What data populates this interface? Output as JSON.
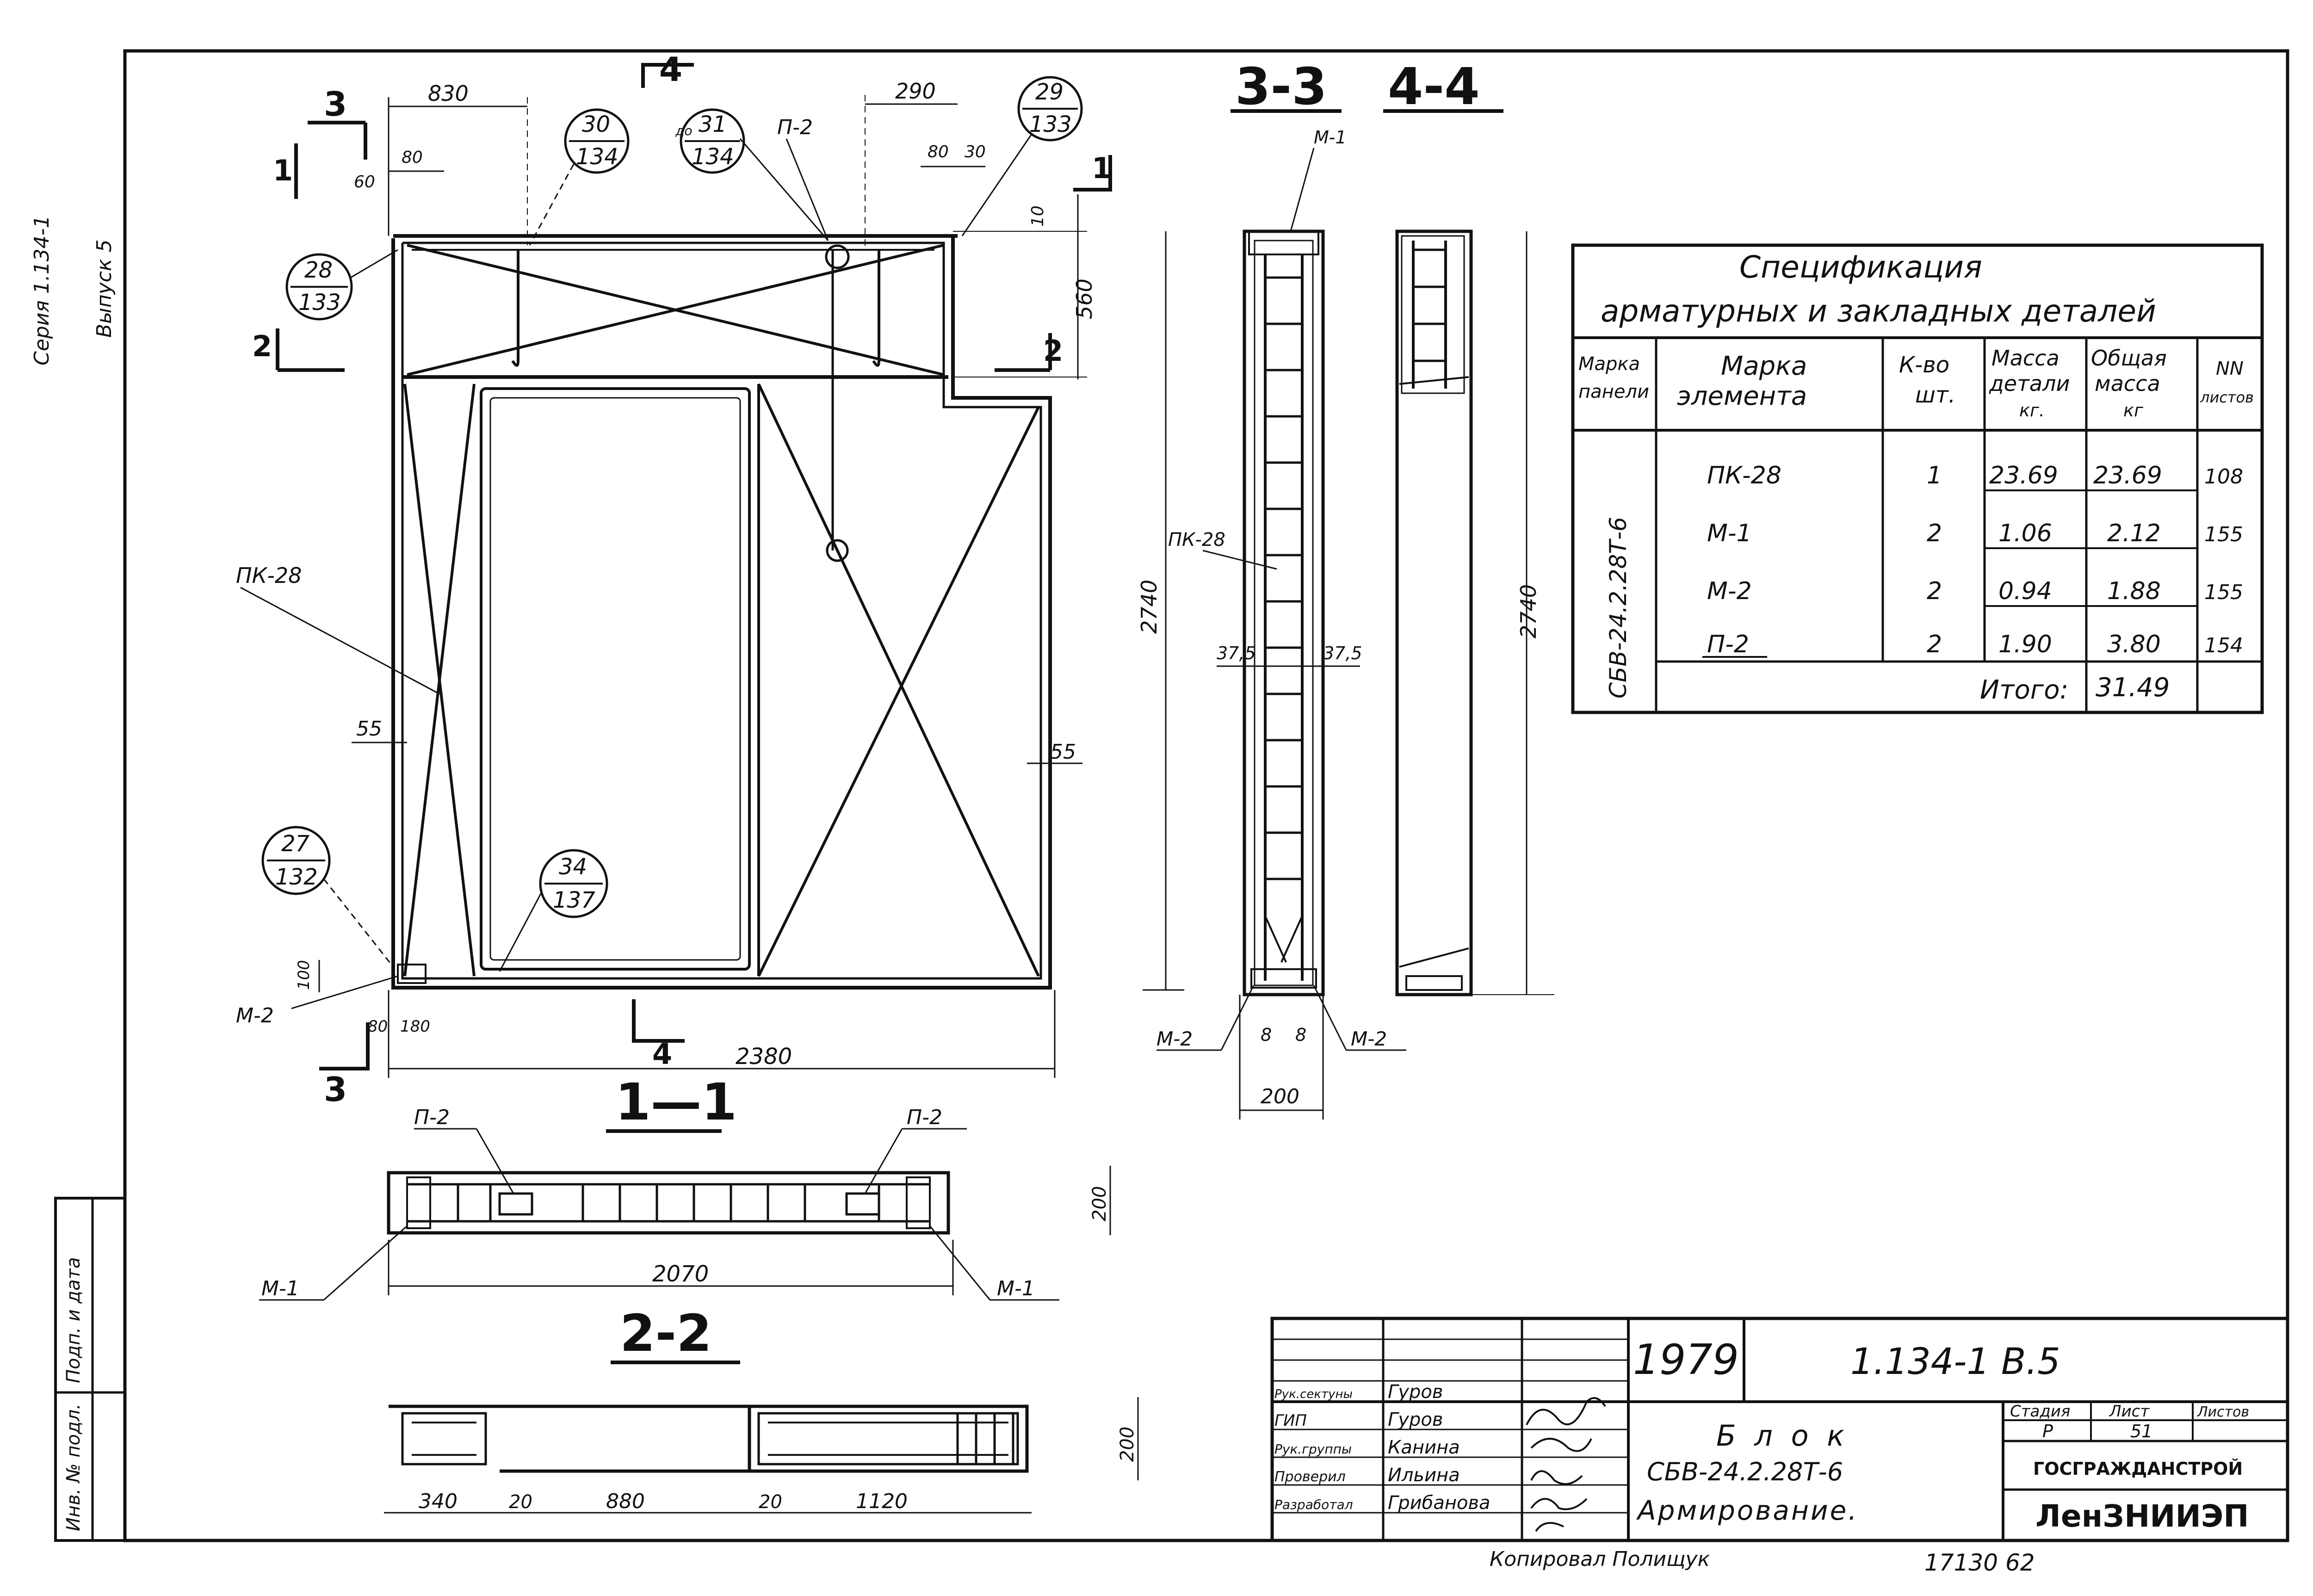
{
  "margin": {
    "series": "Серия  1.134-1",
    "issue": "Выпуск 5",
    "field_sign_date": "Подп. и дата",
    "field_inv_no": "Инв. № подл."
  },
  "sections": {
    "s33": "3-3",
    "s44": "4-4",
    "s11": "1—1",
    "s22": "2-2",
    "c3": "3",
    "c4": "4",
    "c1": "1",
    "c2": "2"
  },
  "elevation": {
    "labels": {
      "pk28": "ПК-28",
      "p2": "П-2",
      "m1": "М-1",
      "m2": "М-2"
    },
    "callouts": [
      {
        "top": "30",
        "bottom": "134"
      },
      {
        "top": "31",
        "bottom": "134",
        "prefix": "до"
      },
      {
        "top": "29",
        "bottom": "133"
      },
      {
        "top": "28",
        "bottom": "133"
      },
      {
        "top": "27",
        "bottom": "132"
      },
      {
        "top": "34",
        "bottom": "137"
      }
    ],
    "dims": {
      "d830": "830",
      "d290": "290",
      "d80a": "80",
      "d60": "60",
      "d80b": "80",
      "d30": "30",
      "d10": "10",
      "d560": "560",
      "d2740a": "2740",
      "d55a": "55",
      "d55b": "55",
      "d100": "100",
      "d80c": "80",
      "d180": "180",
      "d2380": "2380",
      "d2740b": "2740",
      "d375a": "37,5",
      "d375b": "37,5",
      "d8a": "8",
      "d8b": "8",
      "d200": "200",
      "d200b": "200",
      "d2070": "2070",
      "d200c": "200",
      "d340": "340",
      "d20a": "20",
      "d880": "880",
      "d20b": "20",
      "d1120": "1120"
    }
  },
  "spec": {
    "title1": "Спецификация",
    "title2": "арматурных   и закладных   деталей",
    "headers": {
      "panel": [
        "Марка",
        "панели"
      ],
      "element": [
        "Марка",
        "элемента"
      ],
      "qty": [
        "К-во",
        "шт."
      ],
      "mass": [
        "Масса",
        "детали",
        "кг."
      ],
      "total": [
        "Общая",
        "масса",
        "кг"
      ],
      "sheets": [
        "NN",
        "листов"
      ]
    },
    "panel_mark": "СБВ-24.2.28Т-6",
    "rows": [
      {
        "element": "ПК-28",
        "qty": "1",
        "mass": "23.69",
        "total": "23.69",
        "sheet": "108"
      },
      {
        "element": "М-1",
        "qty": "2",
        "mass": "1.06",
        "total": "2.12",
        "sheet": "155"
      },
      {
        "element": "М-2",
        "qty": "2",
        "mass": "0.94",
        "total": "1.88",
        "sheet": "155"
      },
      {
        "element": "П-2",
        "qty": "2",
        "mass": "1.90",
        "total": "3.80",
        "sheet": "154"
      }
    ],
    "total_label": "Итого:",
    "total_value": "31.49"
  },
  "titleblock": {
    "year": "1979",
    "code": "1.134-1  В.5",
    "roles": [
      "Рук.сектуны",
      "ГИП",
      "Рук.группы",
      "Проверил",
      "Разработал"
    ],
    "names": [
      "Гуров",
      "Гуров",
      "Канина",
      "Ильина",
      "Грибанова"
    ],
    "title_l1": "Б л о к",
    "title_l2": "СБВ-24.2.28Т-6",
    "title_l3": "Армирование.",
    "stage_h": "Стадия",
    "sheet_h": "Лист",
    "sheets_h": "Листов",
    "stage": "Р",
    "sheet": "51",
    "org1": "ГОСГРАЖДАНСТРОЙ",
    "org2": "ЛенЗНИИЭП",
    "copied": "Копировал  Полищук",
    "bottom_num": "17130   62"
  }
}
